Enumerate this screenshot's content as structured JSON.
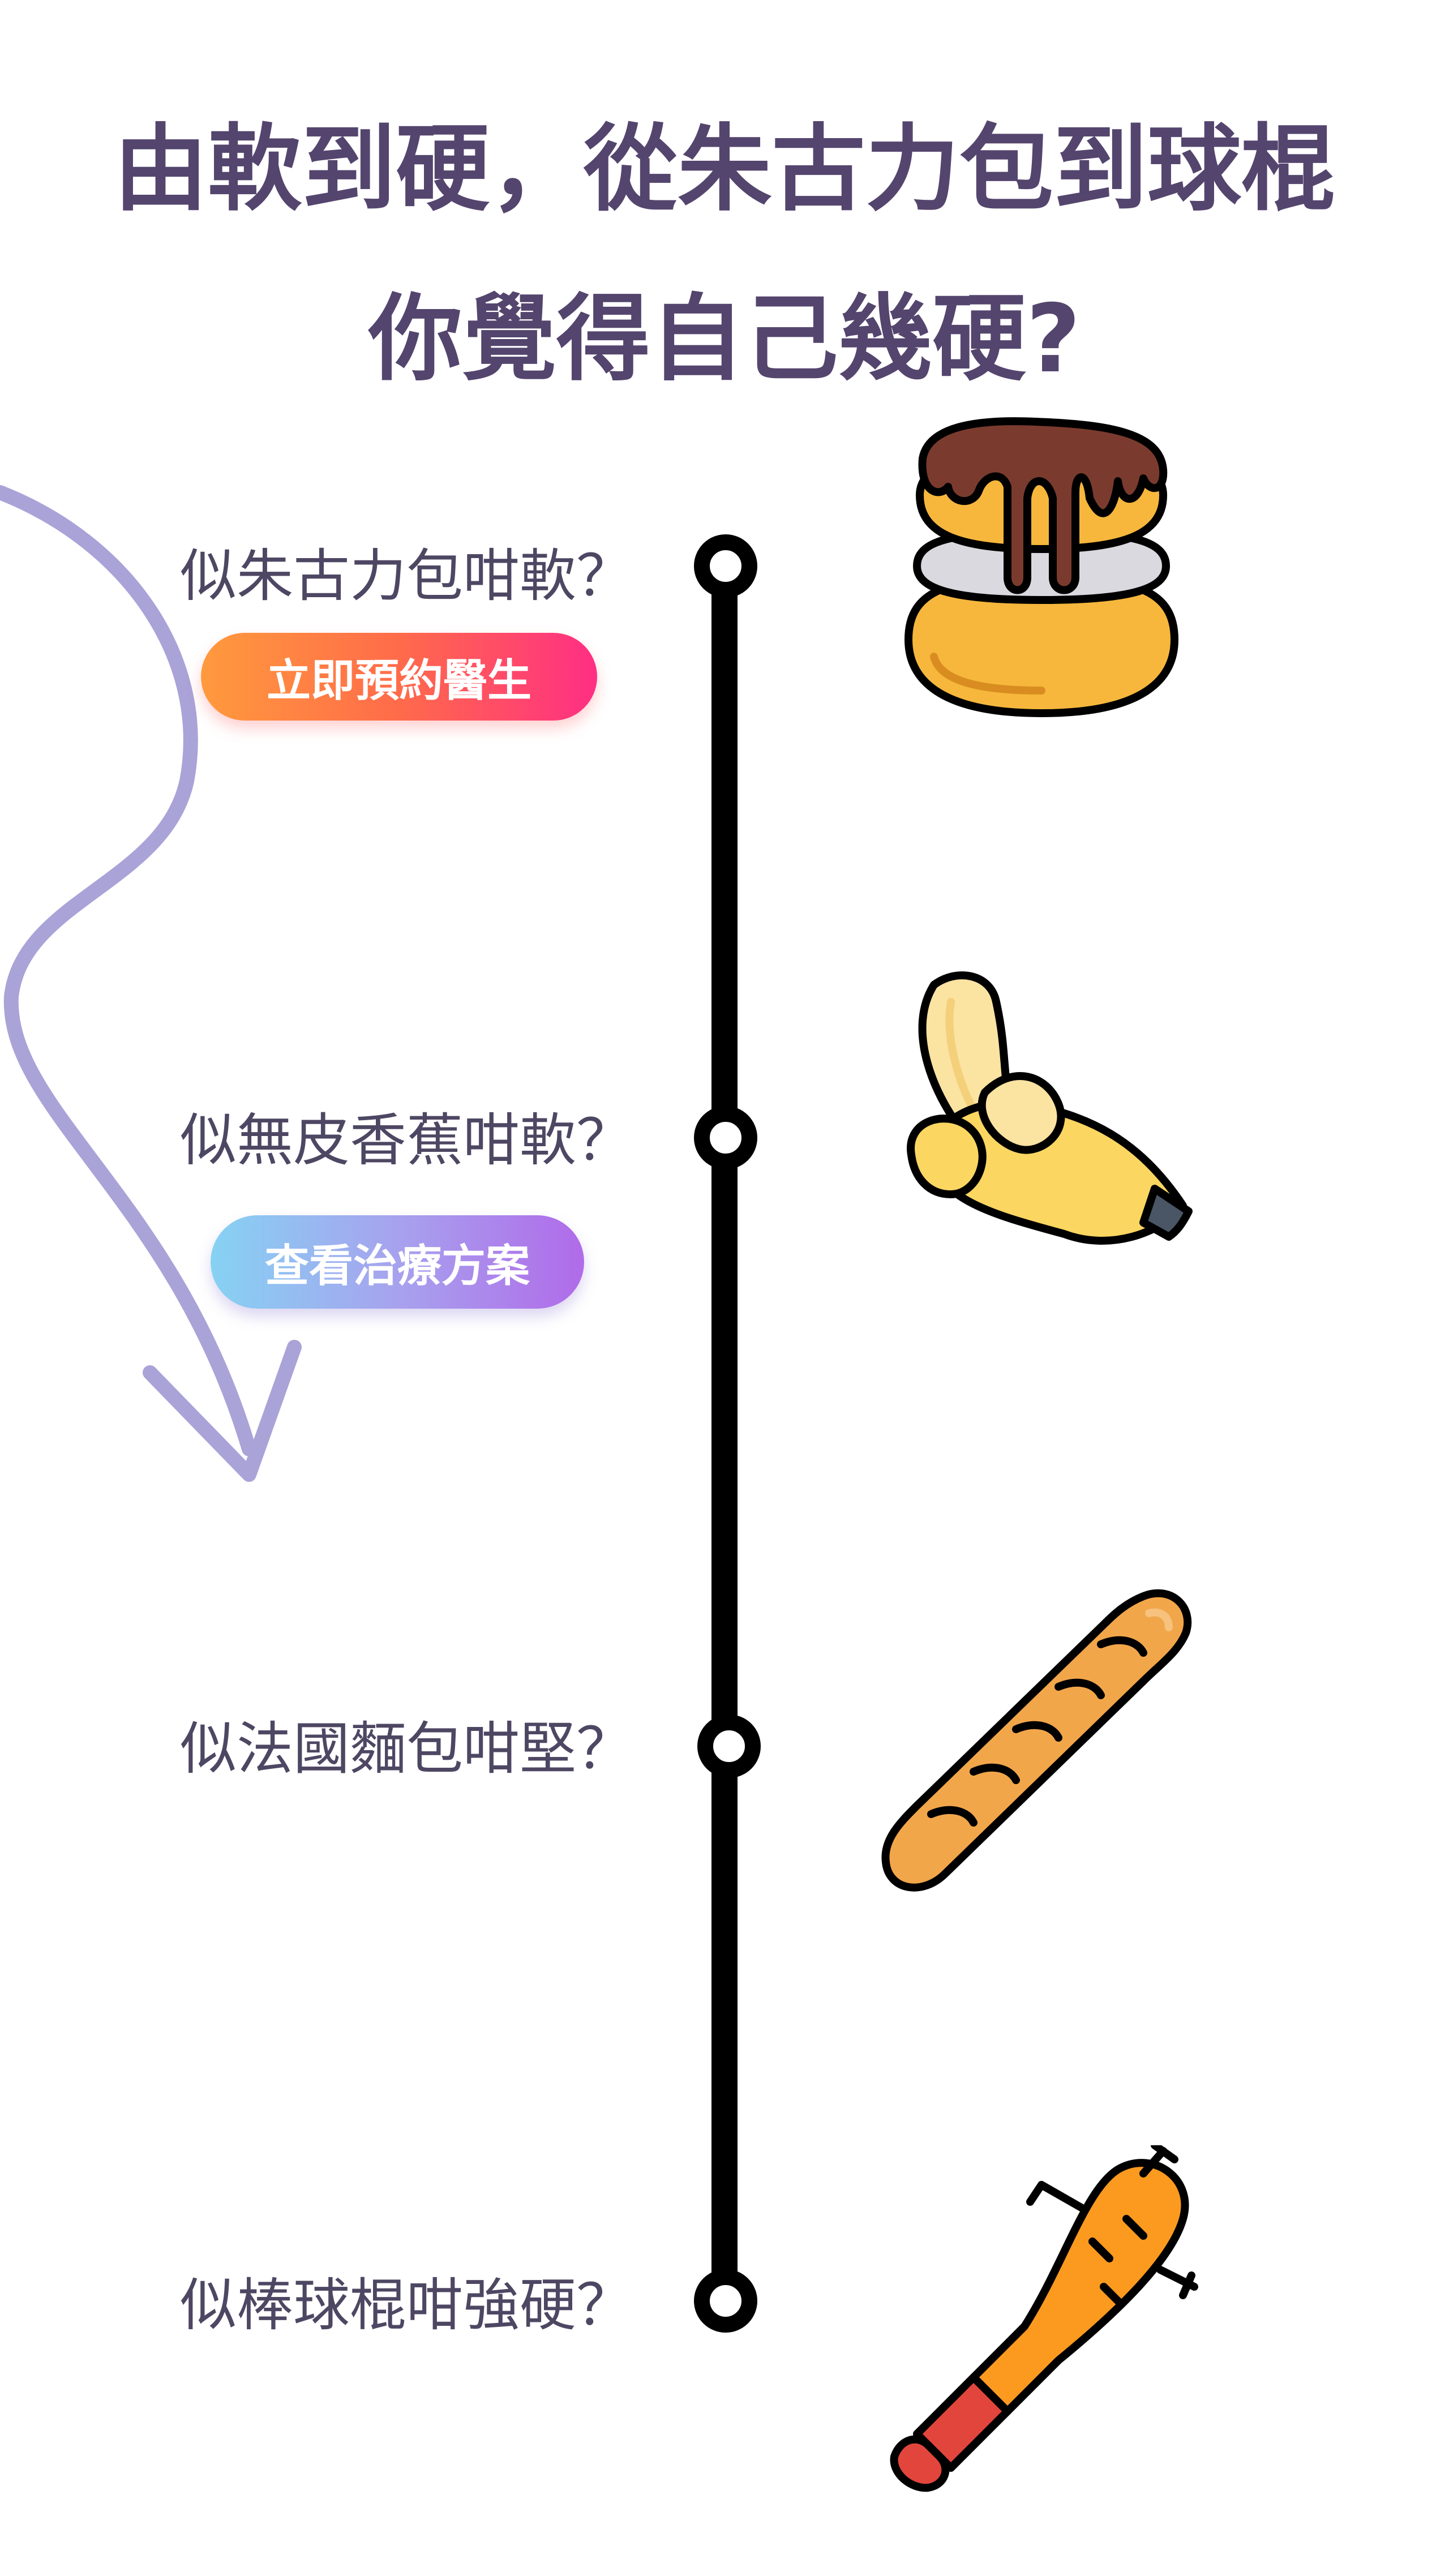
{
  "title": {
    "line1": "由軟到硬，從朱古力包到球棍",
    "line2": "你覺得自己幾硬?"
  },
  "steps": [
    {
      "question": "似朱古力包咁軟？",
      "icon": "chocolate-bun-icon"
    },
    {
      "question": "似無皮香蕉咁軟？",
      "icon": "peeled-banana-icon"
    },
    {
      "question": "似法國麵包咁堅？",
      "icon": "baguette-icon"
    },
    {
      "question": "似棒球棍咁強硬？",
      "icon": "spiked-bat-icon"
    }
  ],
  "buttons": {
    "book_label": "立即預約醫生",
    "plan_label": "查看治療方案"
  },
  "colors": {
    "title": "#54456e",
    "question_text": "#4e4763",
    "arrow": "#aaa3d8",
    "timeline": "#000000"
  }
}
